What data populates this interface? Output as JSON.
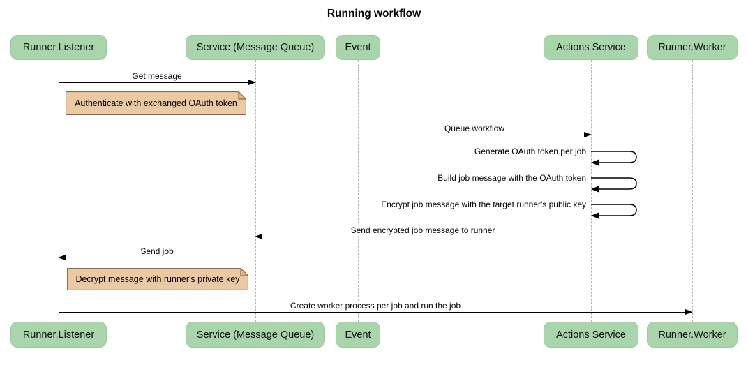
{
  "title": "Running workflow",
  "participants": {
    "runner_listener": "Runner.Listener",
    "service_mq": "Service (Message Queue)",
    "event": "Event",
    "actions_service": "Actions Service",
    "runner_worker": "Runner.Worker"
  },
  "messages": {
    "get_message": "Get message",
    "queue_workflow": "Queue workflow",
    "generate_oauth": "Generate OAuth token per job",
    "build_job": "Build job message with the OAuth token",
    "encrypt_job": "Encrypt job message with the target runner's public key",
    "send_encrypted": "Send encrypted job message to runner",
    "send_job": "Send job",
    "create_worker": "Create worker process per job and run the job"
  },
  "notes": {
    "authenticate": "Authenticate with exchanged OAuth token",
    "decrypt": "Decrypt message with runner's private key"
  },
  "colors": {
    "participant_fill": "#a9d5ab",
    "participant_border": "#9bcb9e",
    "note_fill": "#eac9a3",
    "note_fold": "#ddb588",
    "note_border": "#8e6d4c",
    "lifeline": "#b3b3b3",
    "arrow": "#000000",
    "text": "#000000",
    "background": "#ffffff"
  }
}
